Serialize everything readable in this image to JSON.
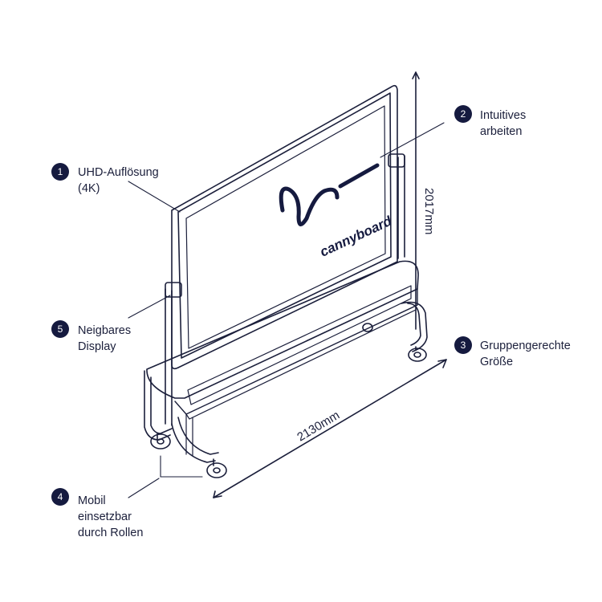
{
  "brand": {
    "name": "cannyboard",
    "color": "#151a3f"
  },
  "callouts": [
    {
      "number": "1",
      "lines": [
        "UHD-Auflösung",
        "(4K)"
      ]
    },
    {
      "number": "2",
      "lines": [
        "Intuitives",
        "arbeiten"
      ]
    },
    {
      "number": "3",
      "lines": [
        "Gruppengerechte",
        "Größe"
      ]
    },
    {
      "number": "4",
      "lines": [
        "Mobil",
        "einsetzbar",
        "durch Rollen"
      ]
    },
    {
      "number": "5",
      "lines": [
        "Neigbares",
        "Display"
      ]
    }
  ],
  "dimensions": {
    "height": "2017mm",
    "width": "2130mm"
  },
  "colors": {
    "line": "#1b1f3b",
    "badge": "#151a3f",
    "background": "#ffffff"
  }
}
